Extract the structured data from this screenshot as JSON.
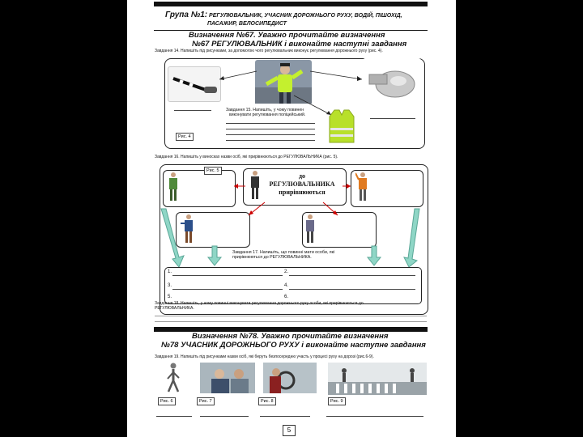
{
  "header": {
    "group_prefix": "Група №1:",
    "group_rest": " РЕГУЛЮВАЛЬНИК, УЧАСНИК ДОРОЖНЬОГО РУХУ, ВОДІЙ, ПІШОХІД,",
    "group_line2": "ПАСАЖИР, ВЕЛОСИПЕДИСТ"
  },
  "section67": {
    "def_title": "Визначення №67. Уважно прочитайте визначення",
    "sub_title": "№67  РЕГУЛЮВАЛЬНИК і виконайте наступні завдання",
    "task14": "Завдання 14. Напишіть під рисунками, за допомогою чого регулювальник виконує регулювання дорожнього руху (рис. 4).",
    "task15_l1": "Завдання 15. Напишіть, у чому повинен",
    "task15_l2": "виконувати регулювання поліцейський.",
    "fig4": "Рис. 4",
    "task16": "Завдання 16. Напишіть у виносках назви осіб, які прирівнюються до РЕГУЛЮВАЛЬНИКА (рис. 5).",
    "fig5": "Рис. 5",
    "center_l1": "до",
    "center_l2": "РЕГУЛЮВАЛЬНИКА",
    "center_l3": "прирівнюються",
    "task17_l1": "Завдання 17. Напишіть, що повинні мати  особи, які",
    "task17_l2": "прирівнюються до  РЕГУЛЮВАЛЬНИКА.",
    "list_n1": "1.",
    "list_n2": "2.",
    "list_n3": "3.",
    "list_n4": "4.",
    "list_n5": "5.",
    "list_n6": "6.",
    "task18_l1": "Завдання 18. Напишіть, у чому повинні виконувати регулювання дорожнього руху особи, які прирівнюються до",
    "task18_l2": "РЕГУЛЮВАЛЬНИКА."
  },
  "section78": {
    "def_title": "Визначення №78. Уважно прочитайте визначення",
    "sub_title": "№78  УЧАСНИК ДОРОЖНЬОГО РУХУ і виконайте наступне завдання",
    "task19": "Завдання 19. Напишіть під рисунками назви осіб, які беруть безпосередню участь у процесі руху на дорозі (рис.6-9).",
    "fig6": "Рис. 6",
    "fig7": "Рис. 7",
    "fig8": "Рис. 8",
    "fig9": "Рис. 9"
  },
  "footer": {
    "page_number": "5"
  },
  "colors": {
    "vest": "#b8e02a",
    "arrow": "#8fd6c6",
    "bar": "#111111"
  },
  "icons": [
    "baton-icon",
    "whistle-icon",
    "vest-icon",
    "arrow-icon"
  ]
}
